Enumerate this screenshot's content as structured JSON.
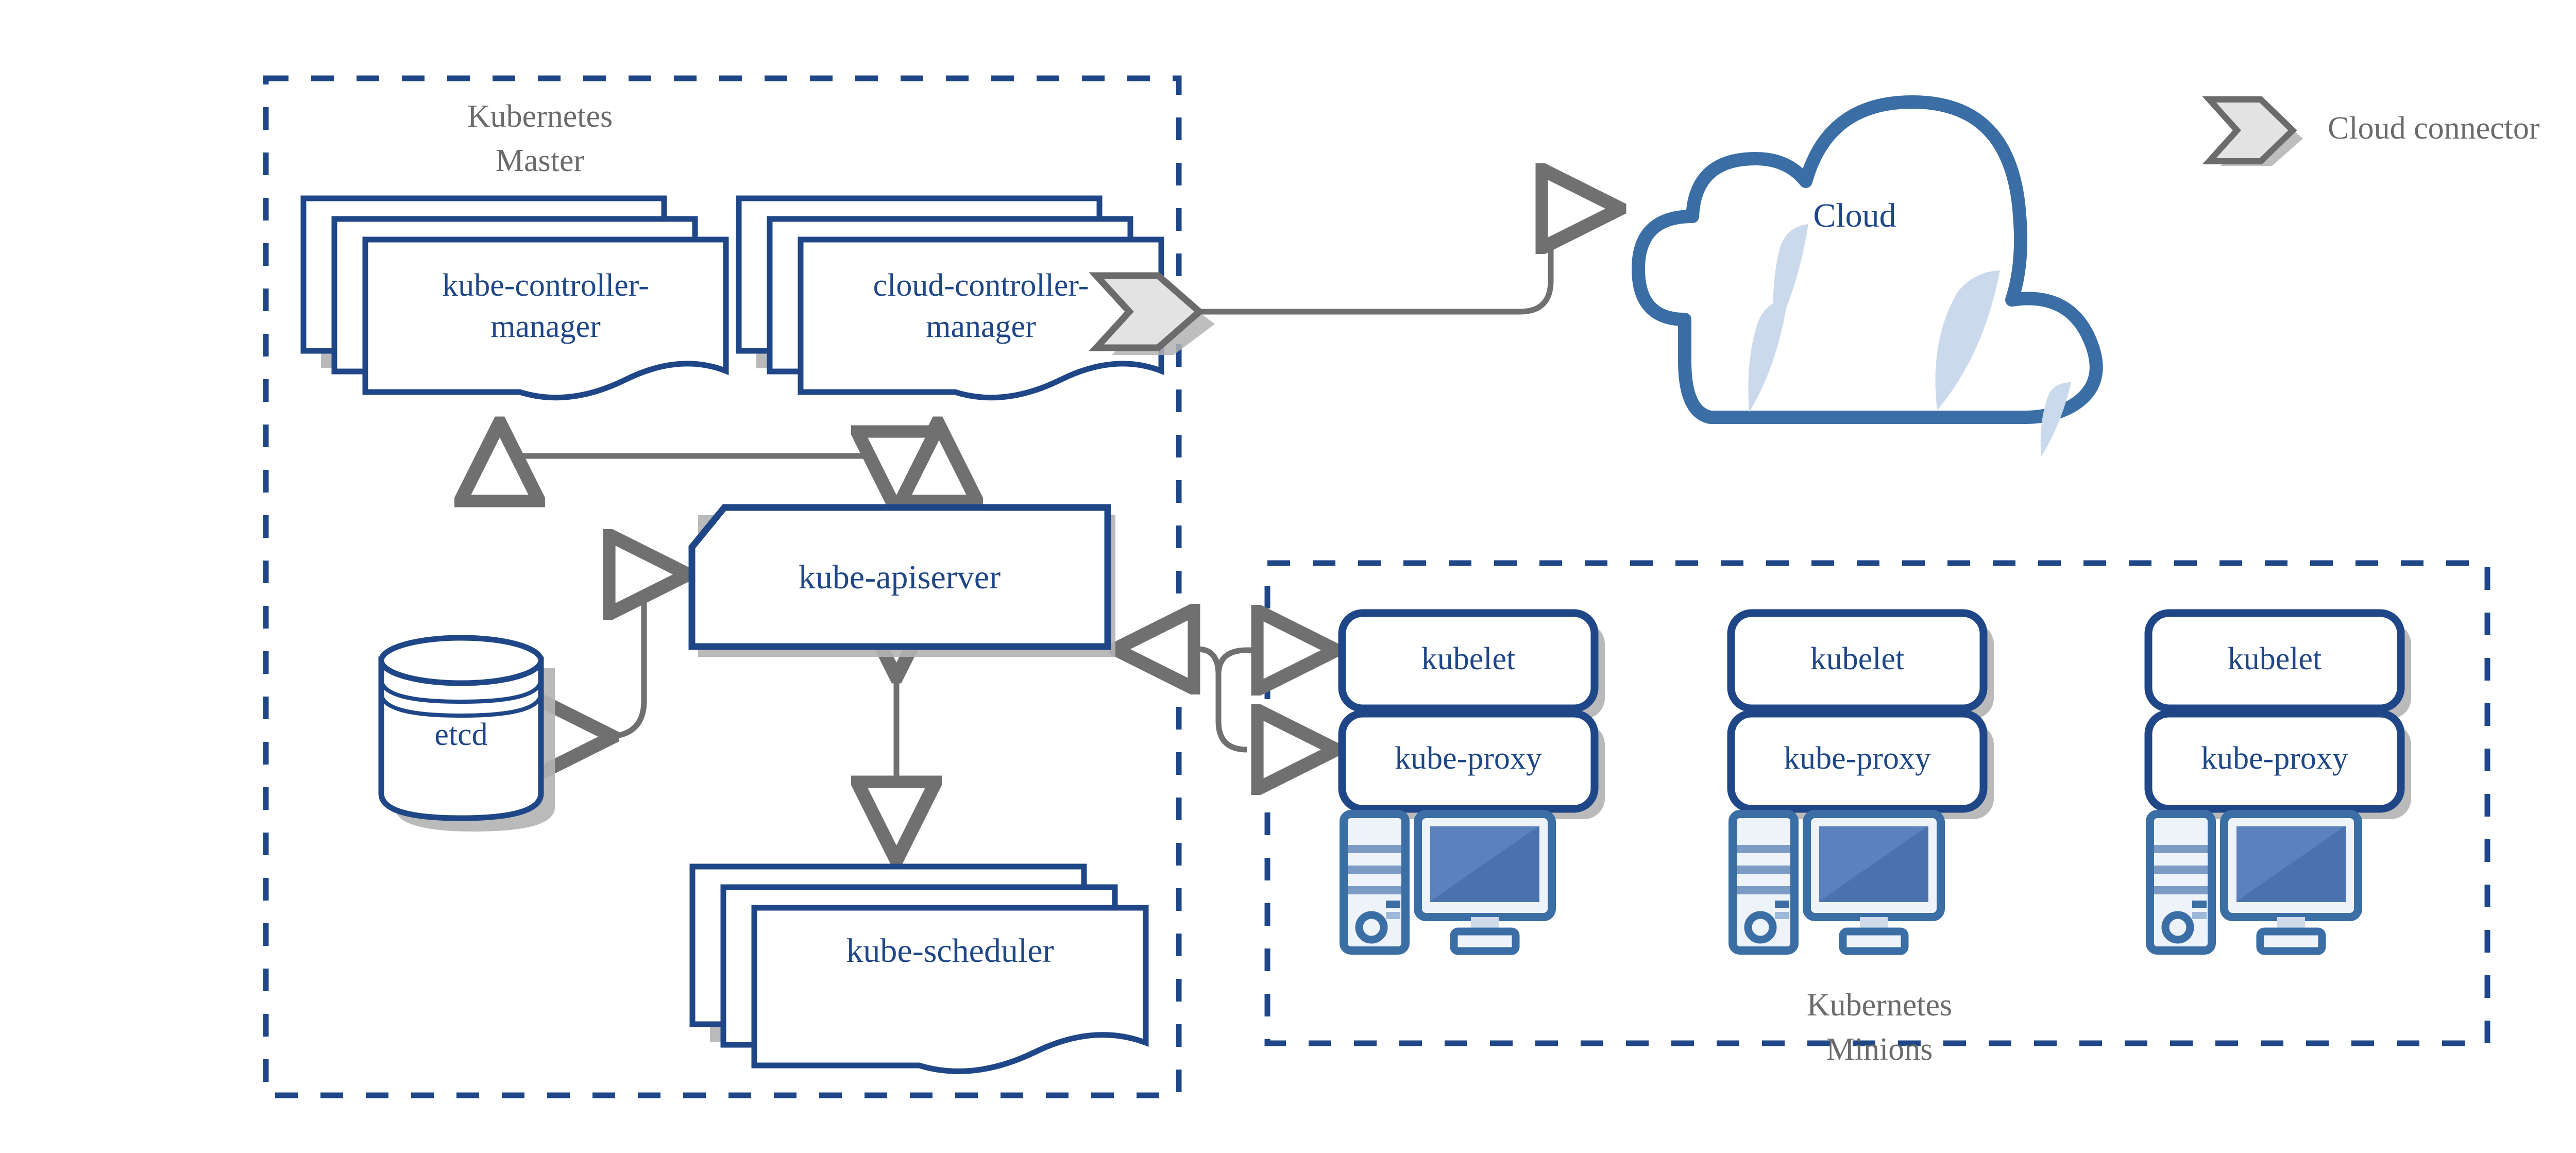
{
  "diagram": {
    "title_zones": {
      "master": {
        "line1": "Kubernetes",
        "line2": "Master"
      },
      "minions": {
        "line1": "Kubernetes",
        "line2": "Minions"
      }
    },
    "legend": {
      "icon": "cloud-connector-chevron",
      "label": "Cloud connector"
    },
    "colors": {
      "node_border": "#1f4788",
      "node_text": "#1f4788",
      "zone_border": "#1f4788",
      "zone_text": "#6b6b6b",
      "connector": "#707070",
      "shadow": "#b3b3b3",
      "cloud_stroke": "#3a6ea5",
      "cloud_accent": "#cbd9ec",
      "monitor_fill": "#4a72ad",
      "tower_fill": "#eef3fa",
      "connector_fill": "#e3e3e3",
      "connector_stroke": "#6b6b6b",
      "background": "#ffffff"
    },
    "master": {
      "nodes": [
        {
          "id": "kube-controller-manager",
          "shape": "multi-document",
          "line1": "kube-controller-",
          "line2": "manager"
        },
        {
          "id": "cloud-controller-manager",
          "shape": "multi-document",
          "line1": "cloud-controller-",
          "line2": "manager"
        },
        {
          "id": "kube-apiserver",
          "shape": "cut-corner-rect",
          "line1": "kube-apiserver",
          "line2": ""
        },
        {
          "id": "etcd",
          "shape": "cylinder",
          "line1": "etcd",
          "line2": ""
        },
        {
          "id": "kube-scheduler",
          "shape": "multi-document",
          "line1": "kube-scheduler",
          "line2": ""
        }
      ]
    },
    "cloud": {
      "label": "Cloud",
      "shape": "cloud"
    },
    "minions": {
      "nodes": [
        {
          "kubelet": "kubelet",
          "proxy": "kube-proxy",
          "machine": "desktop-computer-icon"
        },
        {
          "kubelet": "kubelet",
          "proxy": "kube-proxy",
          "machine": "desktop-computer-icon"
        },
        {
          "kubelet": "kubelet",
          "proxy": "kube-proxy",
          "machine": "desktop-computer-icon"
        }
      ]
    },
    "connectors": [
      {
        "from": "kube-apiserver",
        "to": "kube-controller-manager",
        "direction": "one-way"
      },
      {
        "from": "kube-apiserver",
        "to": "cloud-controller-manager",
        "direction": "one-way"
      },
      {
        "from": "kube-apiserver",
        "to": "etcd",
        "direction": "two-way"
      },
      {
        "from": "kube-apiserver",
        "to": "kube-scheduler",
        "direction": "two-way"
      },
      {
        "from": "kube-apiserver",
        "to": "kubelet",
        "direction": "two-way"
      },
      {
        "from": "kube-apiserver",
        "to": "kube-proxy",
        "direction": "two-way"
      },
      {
        "from": "cloud-controller-manager",
        "to": "Cloud",
        "direction": "one-way"
      }
    ]
  }
}
